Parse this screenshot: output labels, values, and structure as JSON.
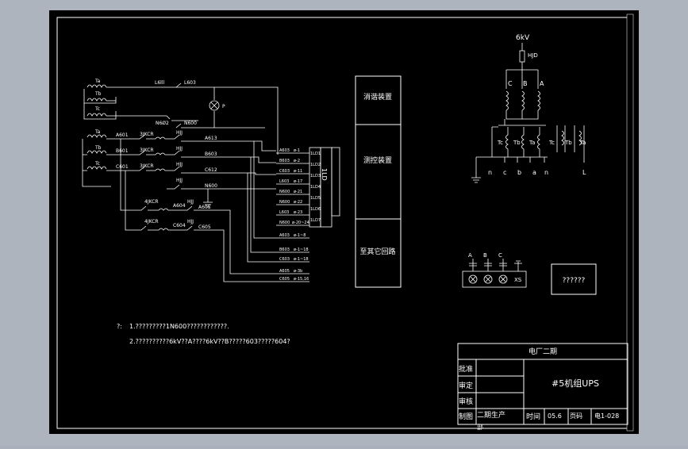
{
  "drawing": {
    "colors": {
      "frame_bg": "#7d8794",
      "paper_bg": "#000000",
      "line": "#ffffff",
      "outer_border": "#e0e0e0"
    },
    "left_circuit": {
      "ct_labels": [
        "Ta",
        "Tb",
        "Tc"
      ],
      "ct2_labels": [
        "Ta",
        "Tb",
        "Tc"
      ],
      "top_wire_labels": [
        "L6lll",
        "L603"
      ],
      "n_wire_labels": [
        "N6Ø2",
        "N600"
      ],
      "meter_label": "P",
      "switch_labels": [
        "3JKCR",
        "3JKCR",
        "3JKCR"
      ],
      "fuse_labels": [
        "HJJ",
        "HJJ",
        "HJJ",
        "HJJ"
      ],
      "mid_labels": [
        "A601",
        "B601",
        "C601"
      ],
      "right_labels": [
        "A613",
        "B603",
        "C612",
        "N600"
      ],
      "lower_switch_labels": [
        "4JKCR",
        "4JKCR"
      ],
      "lower_fuse_labels": [
        "HJJ",
        "HJJ"
      ],
      "lower_wire_labels": [
        "A604",
        "C604",
        "A605",
        "C605"
      ]
    },
    "terminal_block": {
      "left_labels": [
        "A603",
        "B603",
        "C603",
        "L603",
        "N600",
        "N600",
        "L603",
        "N600"
      ],
      "mid_labels": [
        "ø-1",
        "ø-2",
        "ø-11",
        "ø-17",
        "ø-21",
        "ø-22",
        "ø-23",
        "ø-20~24"
      ],
      "right_labels": [
        "1LD1",
        "1LD2",
        "1LD3",
        "1LD4",
        "1LD5",
        "1LD6",
        "1LD7"
      ],
      "vertical_label": "1LD"
    },
    "bottom_wires": [
      {
        "label": "A603",
        "term": "ø-1~8"
      },
      {
        "label": "B603",
        "term": "ø-1~18"
      },
      {
        "label": "C603",
        "term": "ø-1~18"
      },
      {
        "label": "A605",
        "term": "ø-3b"
      },
      {
        "label": "C605",
        "term": "ø-15,16"
      }
    ],
    "device_boxes": [
      "消谐装置",
      "测控装置",
      "至其它回路"
    ],
    "pt": {
      "voltage": "6kV",
      "fuse": "HJD",
      "phases": [
        "C",
        "B",
        "A"
      ],
      "secondary": [
        "Tc",
        "Tb",
        "Ta"
      ],
      "secondary2": [
        "Tc",
        "Tb",
        "Ta"
      ],
      "terminals": [
        "n",
        "c",
        "b",
        "a",
        "n",
        "L"
      ]
    },
    "indicator": {
      "phases": [
        "A",
        "B",
        "C"
      ],
      "xs_label": "XS"
    },
    "question_box": "??????",
    "notes": {
      "prefix": "?:",
      "line1": "1.?????????1N600????????????.",
      "line2": "2.??????????6kV??A????6kV??B?????603?????604?"
    },
    "title_block": {
      "project": "电厂二期",
      "title": "#5机组UPS",
      "rows": [
        "批准",
        "审定",
        "审核",
        "制图"
      ],
      "maker": "二期生产",
      "maker2": "部",
      "time_label": "时间",
      "time_value": "05.6",
      "page_label": "页码",
      "page_value": "电1-028"
    }
  }
}
